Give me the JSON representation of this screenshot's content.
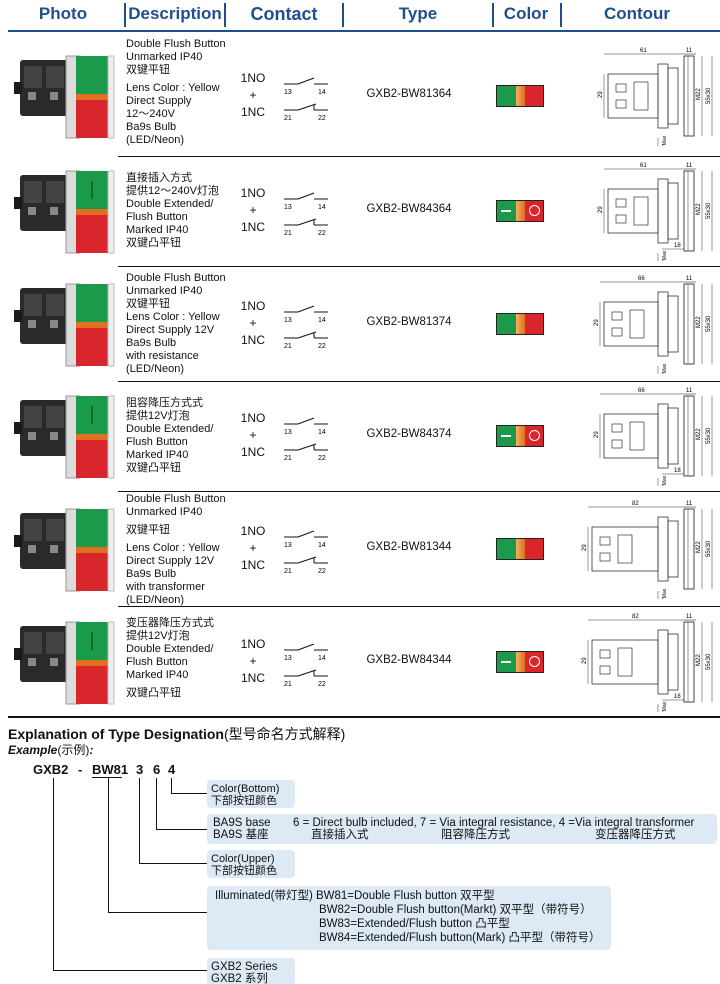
{
  "header": {
    "photo": "Photo",
    "description": "Description",
    "contact": "Contact",
    "type": "Type",
    "color": "Color",
    "contour": "Contour"
  },
  "rows": [
    {
      "desc": [
        "Double Flush Button",
        "Unmarked IP40",
        "双键平钮",
        "",
        "Lens Color : Yellow",
        "Direct Supply",
        "12～240V",
        "Ba9s Bulb",
        "(LED/Neon)"
      ],
      "contact": [
        "1NO",
        "+",
        "1NC"
      ],
      "type": "GXB2-BW81364",
      "marked": false,
      "dims": {
        "a": "61",
        "b": "11",
        "h": "29",
        "m": "M22",
        "s": "55x30",
        "t": "7Max",
        "e": ""
      }
    },
    {
      "desc": [
        "直接插入方式",
        "提供12～240V灯泡",
        "Double Extended/",
        "Flush Button",
        "Marked IP40",
        "双键凸平钮"
      ],
      "contact": [
        "1NO",
        "+",
        "1NC"
      ],
      "type": "GXB2-BW84364",
      "marked": true,
      "dims": {
        "a": "61",
        "b": "11",
        "h": "29",
        "m": "M22",
        "s": "55x30",
        "t": "7Max",
        "e": "18"
      }
    },
    {
      "desc": [
        "Double Flush Button",
        "Unmarked IP40",
        "双键平钮",
        "Lens Color : Yellow",
        "Direct Supply 12V",
        "Ba9s Bulb",
        "with resistance",
        "(LED/Neon)"
      ],
      "contact": [
        "1NO",
        "+",
        "1NC"
      ],
      "type": "GXB2-BW81374",
      "marked": false,
      "dims": {
        "a": "66",
        "b": "11",
        "h": "29",
        "m": "M22",
        "s": "55x30",
        "t": "7Max",
        "e": ""
      }
    },
    {
      "desc": [
        "阻容降压方式式",
        "提供12V灯泡",
        "Double Extended/",
        "Flush Button",
        "Marked IP40",
        "双键凸平钮"
      ],
      "contact": [
        "1NO",
        "+",
        "1NC"
      ],
      "type": "GXB2-BW84374",
      "marked": true,
      "dims": {
        "a": "66",
        "b": "11",
        "h": "29",
        "m": "M22",
        "s": "55x30",
        "t": "7Max",
        "e": "18"
      }
    },
    {
      "desc": [
        "Double Flush Button",
        "Unmarked IP40",
        "",
        "双键平钮",
        "",
        "Lens Color : Yellow",
        "Direct Supply 12V",
        "Ba9s Bulb",
        "with transformer",
        "(LED/Neon)"
      ],
      "contact": [
        "1NO",
        "+",
        "1NC"
      ],
      "type": "GXB2-BW81344",
      "marked": false,
      "dims": {
        "a": "82",
        "b": "11",
        "h": "29",
        "m": "M22",
        "s": "55x30",
        "t": "7Max",
        "e": ""
      }
    },
    {
      "desc": [
        "变压器降压方式式",
        "提供12V灯泡",
        "Double Extended/",
        "Flush Button",
        "Marked IP40",
        "",
        "双键凸平钮"
      ],
      "contact": [
        "1NO",
        "+",
        "1NC"
      ],
      "type": "GXB2-BW84344",
      "marked": true,
      "dims": {
        "a": "82",
        "b": "11",
        "h": "29",
        "m": "M22",
        "s": "55x30",
        "t": "7Max",
        "e": "18"
      }
    }
  ],
  "contact_terminals": {
    "no_left": "13",
    "no_right": "14",
    "nc_left": "21",
    "nc_right": "22"
  },
  "colors": {
    "green": "#1a9a4a",
    "orange": "#e07020",
    "red": "#d8262c",
    "header_blue": "#1f4f8f",
    "box_bg": "#dde9f4"
  },
  "explanation": {
    "title_bold": "Explanation of Type Designation",
    "title_cn": "(型号命名方式解释)",
    "example_bold": "Example",
    "example_cn": "(示例)",
    "example_colon": ":",
    "code": [
      "GXB2",
      "-",
      "BW81",
      "3",
      "6",
      "4"
    ],
    "boxes": {
      "color_bottom": [
        "Color(Bottom)",
        "下部按钮颜色"
      ],
      "base_label": [
        "BA9S base",
        "BA9S 基座"
      ],
      "base_options": [
        "6 = Direct bulb included, 7 = Via integral resistance, 4 =Via integral transformer",
        "直接插入式",
        "阻容降压方式",
        "变压器降压方式"
      ],
      "color_upper": [
        "Color(Upper)",
        "下部按钮颜色"
      ],
      "illuminated": [
        "Illuminated(带灯型) BW81=Double Flush button  双平型",
        "BW82=Double Flush button(Markt)  双平型（带符号）",
        "BW83=Extended/Flush button  凸平型",
        "BW84=Extended/Flush button(Mark)  凸平型（带符号）"
      ],
      "series": [
        "GXB2 Series",
        "GXB2 系列"
      ]
    }
  }
}
